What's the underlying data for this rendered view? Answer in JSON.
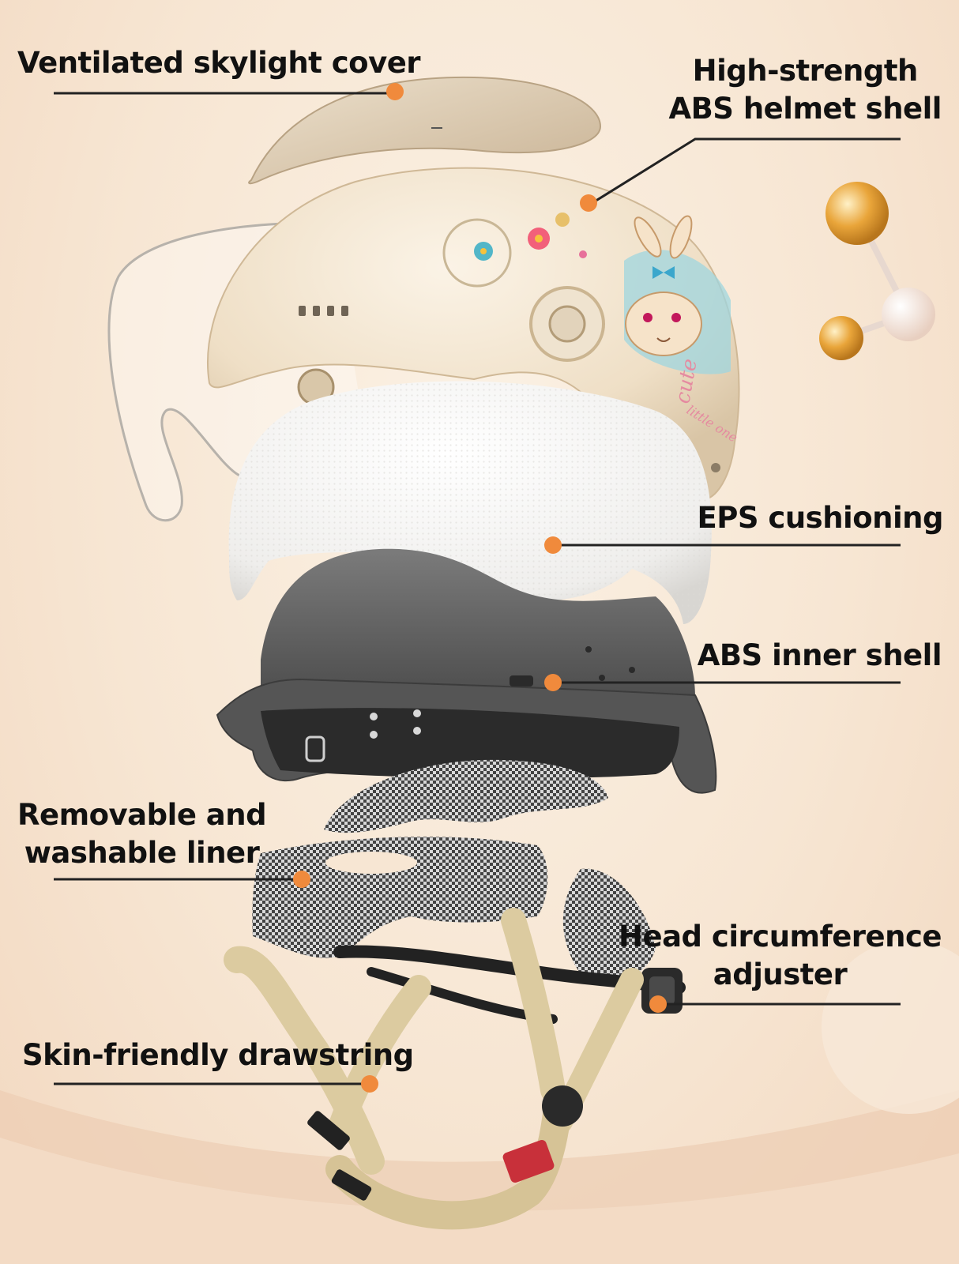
{
  "colors": {
    "background": "#f7e6d3",
    "leader_line": "#222222",
    "marker": "#f08a3c",
    "shell": "#efe0c8",
    "eps": "#f4f3f1",
    "inner_shell": "#6a6a6a",
    "strap": "#dccba0"
  },
  "labels": [
    {
      "id": "skylight",
      "lines": [
        "Ventilated skylight cover"
      ]
    },
    {
      "id": "outer-shell",
      "lines": [
        "High-strength",
        "ABS helmet shell"
      ]
    },
    {
      "id": "eps",
      "lines": [
        "EPS cushioning"
      ]
    },
    {
      "id": "inner-shell",
      "lines": [
        "ABS inner shell"
      ]
    },
    {
      "id": "liner",
      "lines": [
        "Removable and",
        "washable liner"
      ]
    },
    {
      "id": "adjuster",
      "lines": [
        "Head circumference",
        "adjuster"
      ]
    },
    {
      "id": "drawstring",
      "lines": [
        "Skin-friendly drawstring"
      ]
    }
  ],
  "decal_text": [
    "cute",
    "little one"
  ]
}
